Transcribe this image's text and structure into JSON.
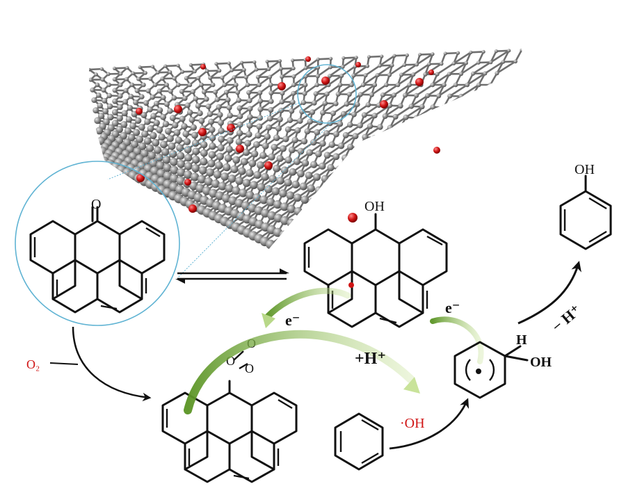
{
  "labels": {
    "carbonyl_o": "O",
    "phenol_oh_top": "OH",
    "hydroxylated_oh": "OH",
    "phenol_product_oh": "OH",
    "peroxide_o1": "O",
    "peroxide_o2": "O",
    "peroxide_o3": "O",
    "o2": "O₂",
    "electron_left": "e⁻",
    "electron_right": "e⁻",
    "proton_gain": "+H⁺",
    "proton_loss": "− H⁺",
    "hydroxyl_radical": "·OH",
    "hydrogen": "H"
  },
  "colors": {
    "carbon_atom": "#8a8a8a",
    "oxygen_atom": "#d01515",
    "magnifier": "#5fb3d3",
    "electron_flow": "#7fb23a",
    "reagent_text": "#d01515",
    "structure": "#111111"
  },
  "icons": {
    "graphene_sheet": "graphene-sheet-icon",
    "magnifier_circle": "magnifier-circle-icon"
  }
}
